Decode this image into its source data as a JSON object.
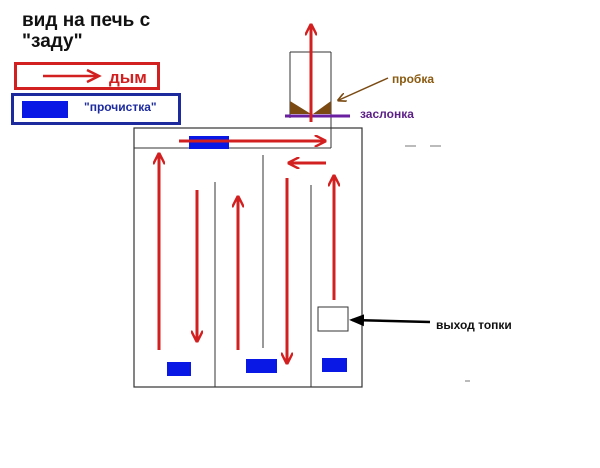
{
  "title": "вид на печь с \"заду\"",
  "legend": {
    "smoke_label": "дым",
    "cleanout_label": "\"прочистка\""
  },
  "labels": {
    "cork": "пробка",
    "damper": "заслонка",
    "firebox_outlet": "выход топки"
  },
  "colors": {
    "smoke_arrow": "#d21f1f",
    "cleanout": "#0a18e6",
    "cleanout_border": "#1c2a9e",
    "cork": "#7a4a12",
    "damper": "#6a1fa0",
    "outline": "#333333"
  }
}
